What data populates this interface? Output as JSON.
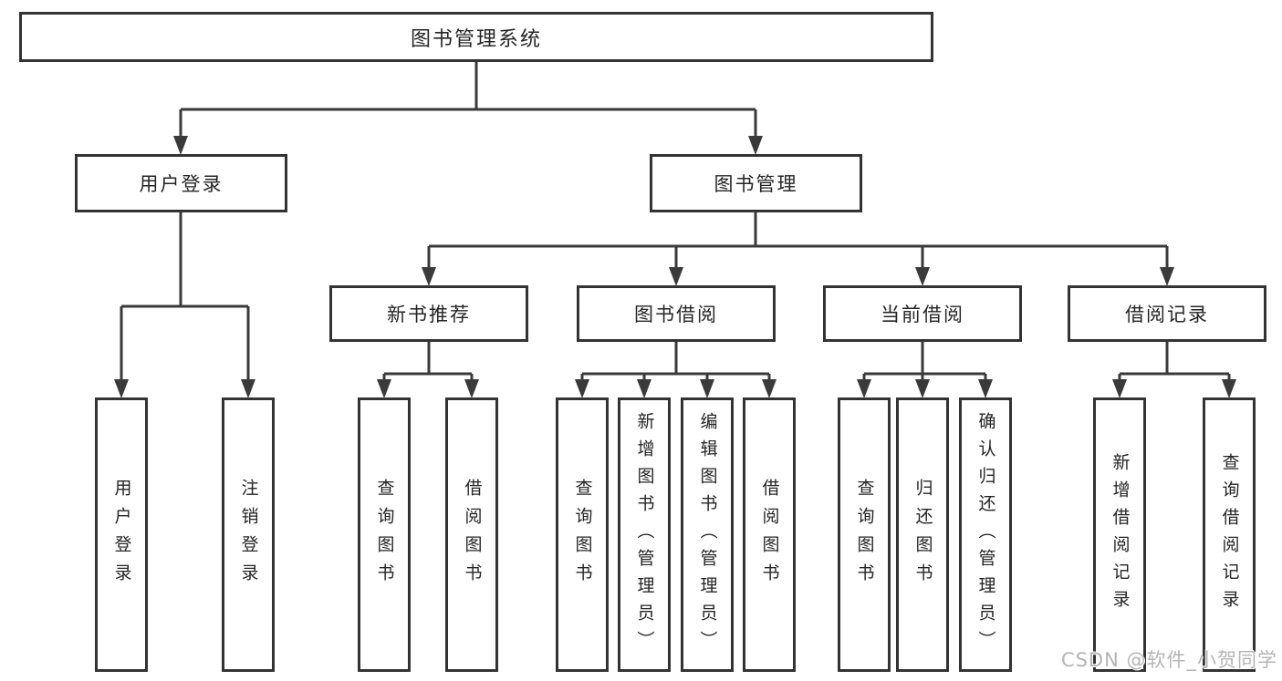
{
  "diagram": {
    "root": {
      "label": "图书管理系统",
      "children": [
        {
          "label": "用户登录",
          "leaves": [
            "用户登录",
            "注销登录"
          ]
        },
        {
          "label": "图书管理",
          "children": [
            {
              "label": "新书推荐",
              "leaves": [
                "查询图书",
                "借阅图书"
              ]
            },
            {
              "label": "图书借阅",
              "leaves": [
                "查询图书",
                "新增图书（管理员）",
                "编辑图书（管理员）",
                "借阅图书"
              ]
            },
            {
              "label": "当前借阅",
              "leaves": [
                "查询图书",
                "归还图书",
                "确认归还（管理员）"
              ]
            },
            {
              "label": "借阅记录",
              "leaves": [
                "新增借阅记录",
                "查询借阅记录"
              ]
            }
          ]
        }
      ]
    }
  },
  "watermark": {
    "text": "CSDN @软件_小贺同学"
  },
  "colors": {
    "line": "#3a3a3a",
    "box_border": "#333333",
    "text": "#252525",
    "watermark": "#b5b5b5",
    "background": "#ffffff"
  }
}
